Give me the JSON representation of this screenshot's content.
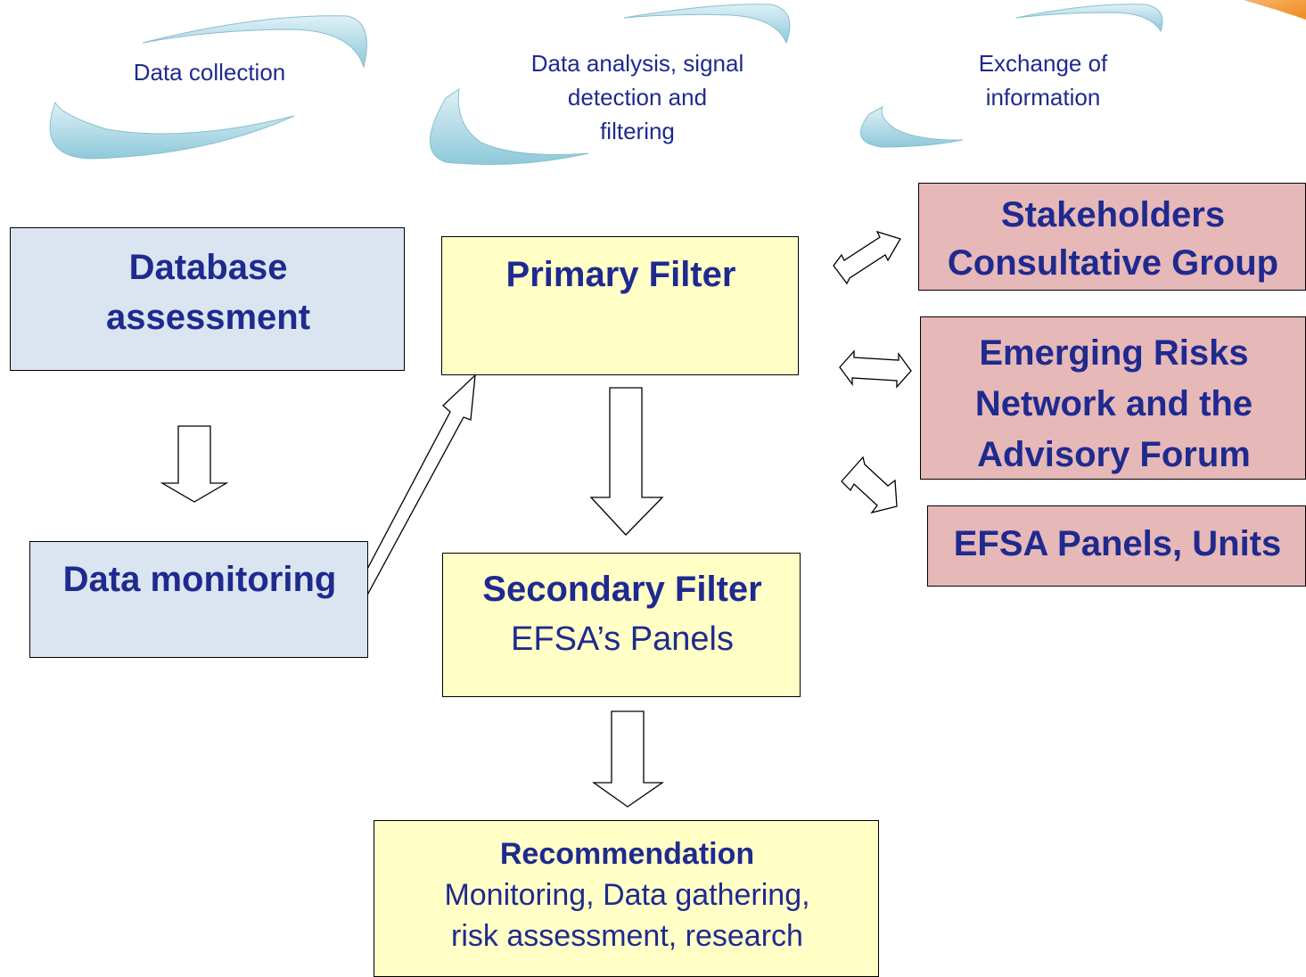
{
  "phases": {
    "collection": "Data collection",
    "analysis_line1": "Data analysis, signal",
    "analysis_line2": "detection and",
    "analysis_line3": "filtering",
    "exchange_line1": "Exchange of",
    "exchange_line2": "information"
  },
  "boxes": {
    "database_line1": "Database",
    "database_line2": "assessment",
    "monitoring": "Data monitoring",
    "primary": "Primary Filter",
    "secondary_title": "Secondary Filter",
    "secondary_sub": "EFSA’s Panels",
    "recommendation_title": "Recommendation",
    "recommendation_line1": "Monitoring, Data gathering,",
    "recommendation_line2": "risk assessment, research"
  },
  "partners": {
    "stakeholders_line1": "Stakeholders",
    "stakeholders_line2": "Consultative Group",
    "network_line1": "Emerging Risks",
    "network_line2": "Network and the",
    "network_line3": "Advisory Forum",
    "panels": "EFSA Panels, Units"
  },
  "colors": {
    "text": "#1f2a8f",
    "blue_box": "#dbe5f1",
    "yellow_box": "#ffffc6",
    "pink_box": "#e6b8b8",
    "swoosh": "#a9d6e3"
  }
}
